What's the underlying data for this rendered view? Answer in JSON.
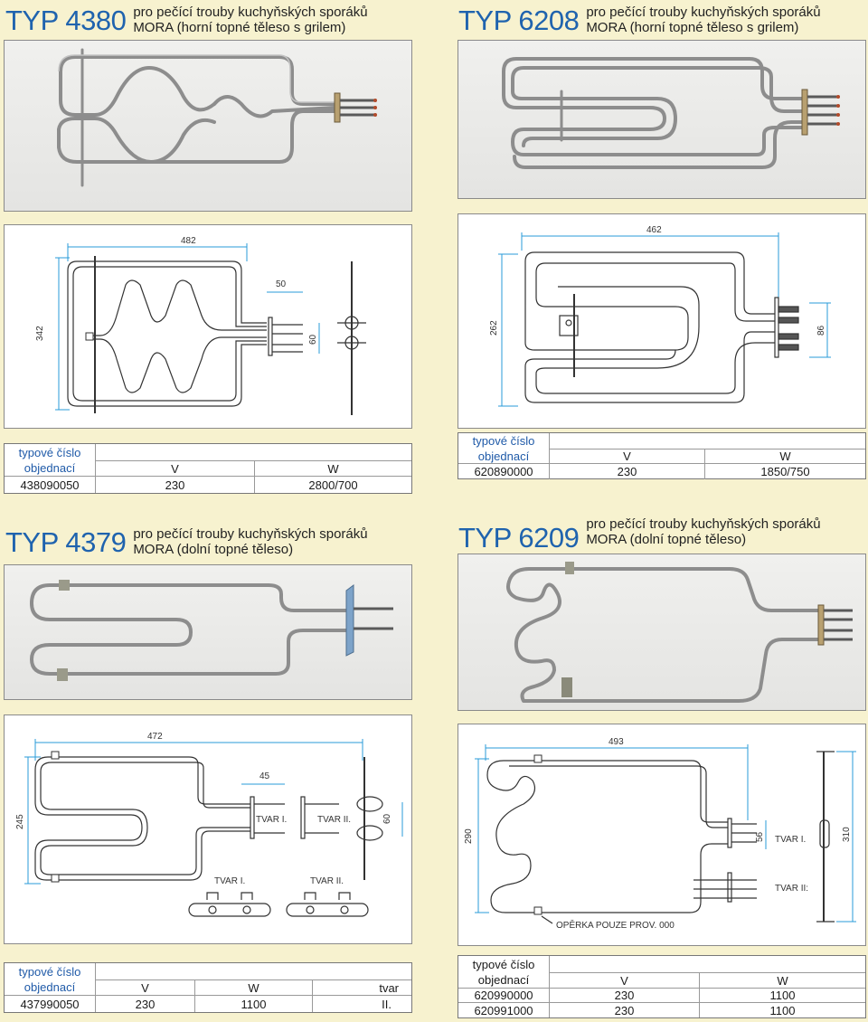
{
  "sections": [
    {
      "typ": "TYP 4380",
      "desc1": "pro pečící trouby kuchyňských sporáků",
      "desc2": "MORA (horní topné těleso s grilem)",
      "dims": {
        "w": "482",
        "h": "342",
        "a": "50",
        "b": "60"
      },
      "table": {
        "h_typ1": "typové číslo",
        "h_typ2": "objednací",
        "h_v": "V",
        "h_w": "W",
        "rows": [
          [
            "438090050",
            "230",
            "2800/700"
          ]
        ]
      }
    },
    {
      "typ": "TYP 6208",
      "desc1": "pro pečící trouby kuchyňských sporáků",
      "desc2": "MORA (horní topné těleso s grilem)",
      "dims": {
        "w": "462",
        "h": "262",
        "b": "86"
      },
      "table": {
        "h_typ1": "typové číslo",
        "h_typ2": "objednací",
        "h_v": "V",
        "h_w": "W",
        "rows": [
          [
            "620890000",
            "230",
            "1850/750"
          ]
        ]
      }
    },
    {
      "typ": "TYP 4379",
      "desc1": "pro pečící trouby kuchyňských sporáků",
      "desc2": "MORA (dolní topné těleso)",
      "dims": {
        "w": "472",
        "h": "245",
        "a": "45",
        "b": "60",
        "t1": "TVAR I.",
        "t2": "TVAR II.",
        "t3": "TVAR I.",
        "t4": "TVAR II."
      },
      "table": {
        "h_typ1": "typové číslo",
        "h_typ2": "objednací",
        "h_v": "V",
        "h_w": "W",
        "h_tvar": "tvar",
        "rows": [
          [
            "437990050",
            "230",
            "1100",
            "II."
          ]
        ]
      }
    },
    {
      "typ": "TYP 6209",
      "desc1": "pro pečící trouby kuchyňských sporáků",
      "desc2": "MORA (dolní topné těleso)",
      "dims": {
        "w": "493",
        "h": "290",
        "a": "56",
        "c": "310",
        "t1": "TVAR I.",
        "t2": "TVAR II:",
        "note": "OPĚRKA POUZE PROV. 000"
      },
      "table": {
        "h_typ1": "typové číslo",
        "h_typ2": "objednací",
        "h_v": "V",
        "h_w": "W",
        "rows": [
          [
            "620990000",
            "230",
            "1100"
          ],
          [
            "620991000",
            "230",
            "1100"
          ]
        ]
      }
    }
  ]
}
